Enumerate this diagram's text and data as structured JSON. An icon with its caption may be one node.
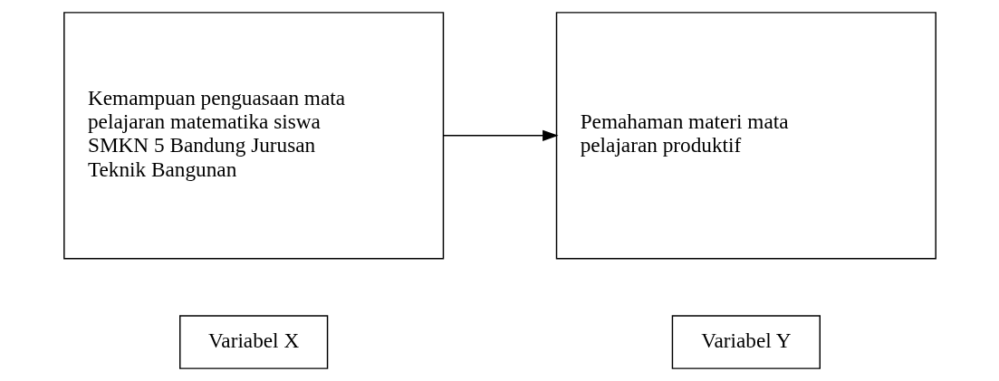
{
  "diagram": {
    "nodes": [
      {
        "text": [
          "Variabel X"
        ]
      },
      {
        "text": [
          "Variabel Y"
        ]
      },
      {
        "text": [
          "Kemampuan penguasaan mata pelajaran matematika siswa SMKN 5 Bandung Jurusan Teknik Bangunan"
        ]
      },
      {
        "text": [
          "Pemahaman materi mata pelajaran produktif"
        ]
      }
    ],
    "edges": [
      {
        "from": 2,
        "to": 3,
        "arrow": "to"
      }
    ]
  }
}
